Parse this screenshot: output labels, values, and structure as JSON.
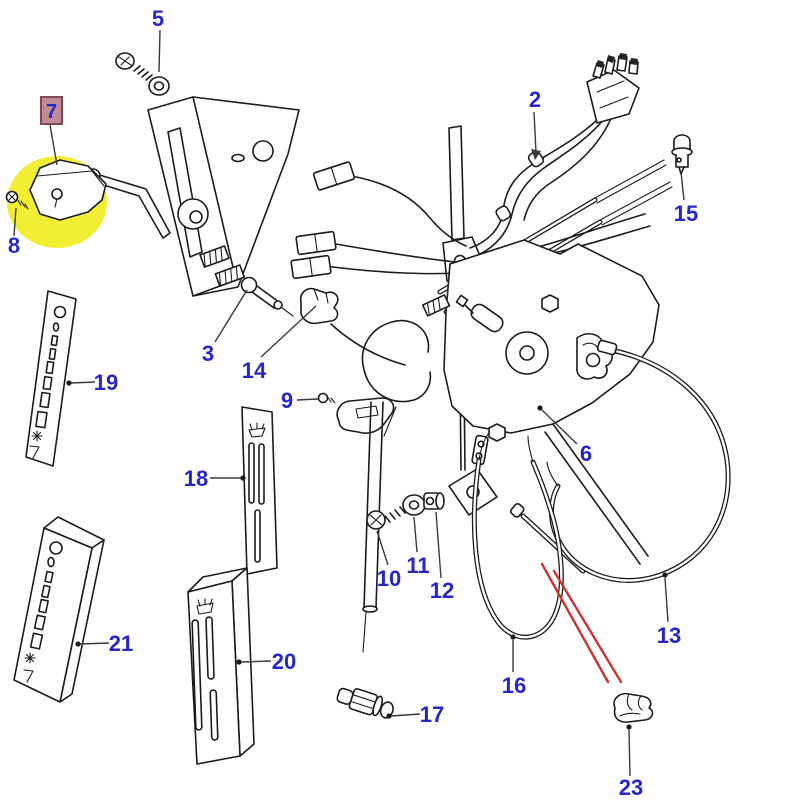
{
  "diagram": {
    "kind": "exploded-parts-diagram",
    "background": "#ffffff",
    "colors": {
      "label_blue": "#2626c9",
      "line": "#1c1c1c",
      "leader": "#3a3a3a",
      "highlight_yellow": "#f2ee33",
      "selected_box_fill": "#c08b97",
      "selected_box_border": "#7d4a52",
      "pointer_red": "#cc3333",
      "background": "#ffffff"
    },
    "selected_callout": "7",
    "callouts": [
      {
        "number": "5"
      },
      {
        "number": "7",
        "selected": true
      },
      {
        "number": "8"
      },
      {
        "number": "2"
      },
      {
        "number": "15"
      },
      {
        "number": "3"
      },
      {
        "number": "14"
      },
      {
        "number": "19"
      },
      {
        "number": "9"
      },
      {
        "number": "18"
      },
      {
        "number": "6"
      },
      {
        "number": "10"
      },
      {
        "number": "11"
      },
      {
        "number": "12"
      },
      {
        "number": "13"
      },
      {
        "number": "16"
      },
      {
        "number": "21"
      },
      {
        "number": "20"
      },
      {
        "number": "17"
      },
      {
        "number": "23"
      }
    ]
  }
}
